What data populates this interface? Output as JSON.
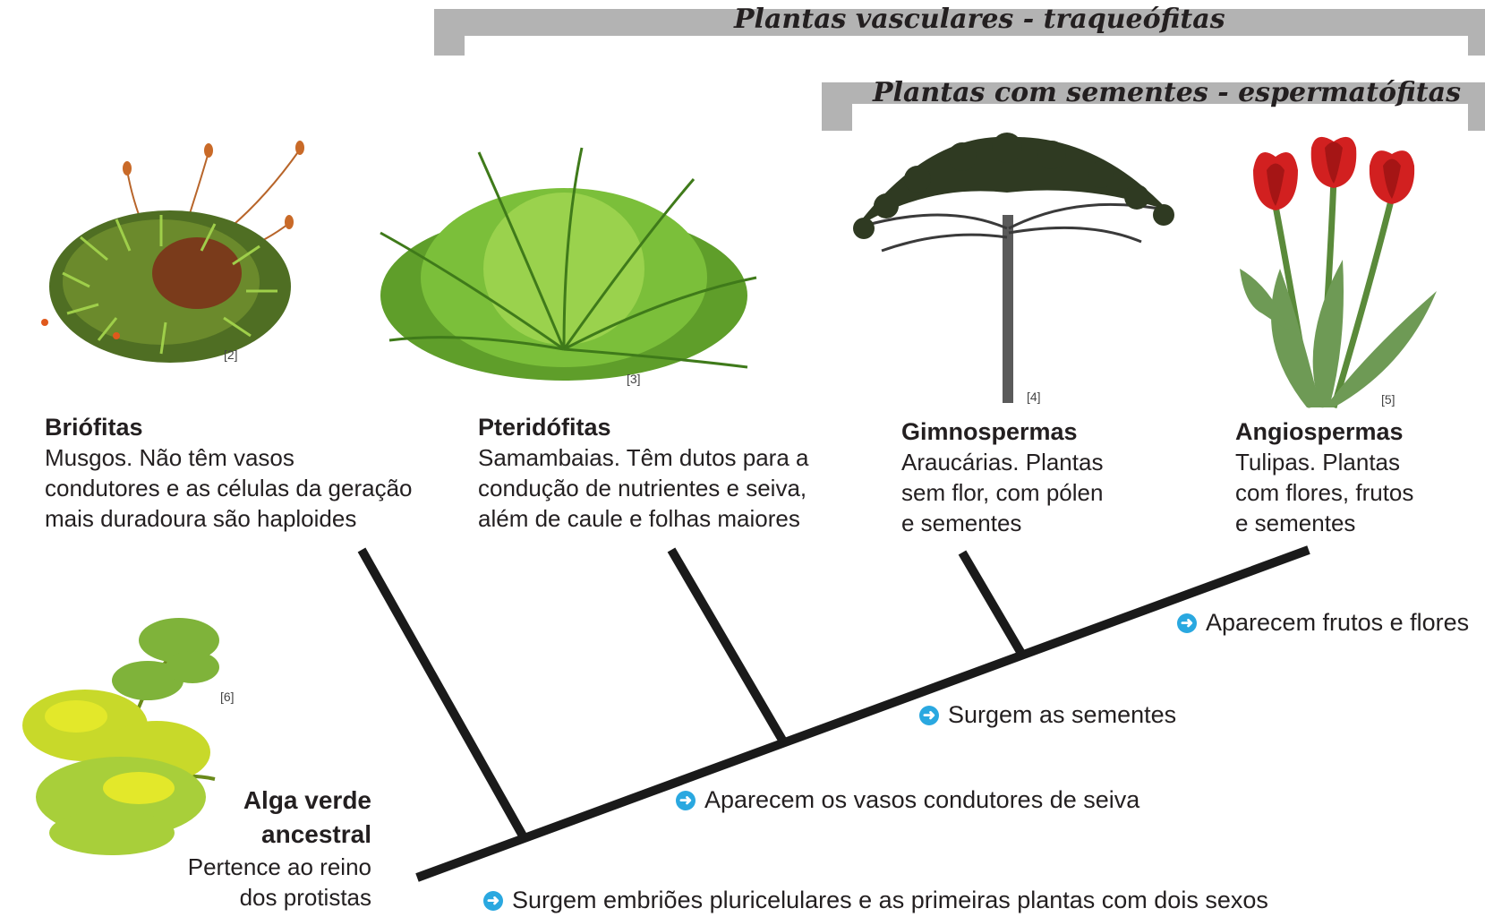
{
  "brackets": {
    "vascular": "Plantas vasculares - traqueófitas",
    "seeds": "Plantas com sementes - espermatófitas"
  },
  "groups": [
    {
      "title": "Briófitas",
      "lines": [
        "Musgos. Não têm vasos",
        "condutores e as células da geração",
        "mais duradoura são haploides"
      ],
      "ref": "[2]"
    },
    {
      "title": "Pteridófitas",
      "lines": [
        "Samambaias. Têm dutos para a",
        "condução de nutrientes e seiva,",
        "além de caule e folhas maiores"
      ],
      "ref": "[3]"
    },
    {
      "title": "Gimnospermas",
      "lines": [
        "Araucárias. Plantas",
        "sem flor, com pólen",
        "e sementes"
      ],
      "ref": "[4]"
    },
    {
      "title": "Angiospermas",
      "lines": [
        "Tulipas. Plantas",
        "com flores, frutos",
        "e sementes"
      ],
      "ref": "[5]"
    }
  ],
  "ancestor": {
    "title_lines": [
      "Alga verde",
      "ancestral"
    ],
    "desc_lines": [
      "Pertence ao reino",
      "dos protistas"
    ],
    "ref": "[6]"
  },
  "events": [
    "Surgem embriões pluricelulares e as primeiras plantas com dois sexos",
    "Aparecem os vasos condutores de seiva",
    "Surgem as sementes",
    "Aparecem frutos e flores"
  ],
  "colors": {
    "bracket": "#b3b3b3",
    "tree": "#1a1a1a",
    "event_icon": "#2aa8e0",
    "moss": "#5c7a2a",
    "fern": "#7bbf3a",
    "tulip": "#d22020",
    "alga": "#a8cf3a"
  },
  "icons": {
    "event": "arrow-right-circle-icon"
  }
}
